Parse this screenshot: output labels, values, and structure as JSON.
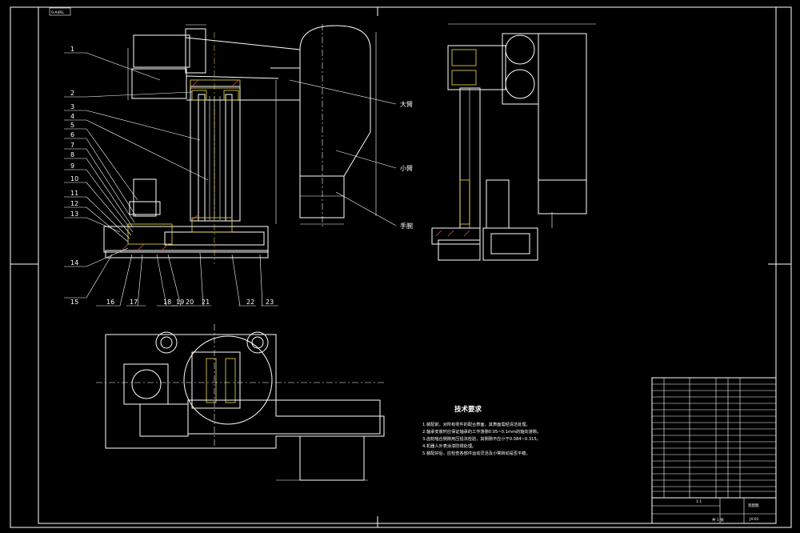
{
  "drawing": {
    "stamp": "0-A4RL",
    "part_labels": [
      "1",
      "2",
      "3",
      "4",
      "5",
      "6",
      "7",
      "8",
      "9",
      "10",
      "11",
      "12",
      "13",
      "14",
      "15",
      "16",
      "17",
      "18",
      "19",
      "20",
      "21",
      "22",
      "23"
    ],
    "arm_labels": {
      "big_arm": "大臂",
      "small_arm": "小臂",
      "wrist": "手腕"
    },
    "technical_requirements": {
      "title": "技术要求",
      "items": [
        "1.装配前，对所有零件的配合表面，其表面需经清洁处理。",
        "2.轴承安装时应保证轴承的工作游隙0.05~0.1mm的轴向游隙。",
        "3.齿轮啮合侧隙用压铅法检验，其侧隙不应小于0.084~0.315。",
        "4.机器人外表涂漆防锈处理。",
        "5.装配好后，应检查各部件运动灵活及小臂转动是否平稳。"
      ]
    },
    "title_block": {
      "drawing_name": "装配图",
      "scale": "1:1",
      "sheet": "共 1 张",
      "school_code": "JX-01"
    }
  }
}
